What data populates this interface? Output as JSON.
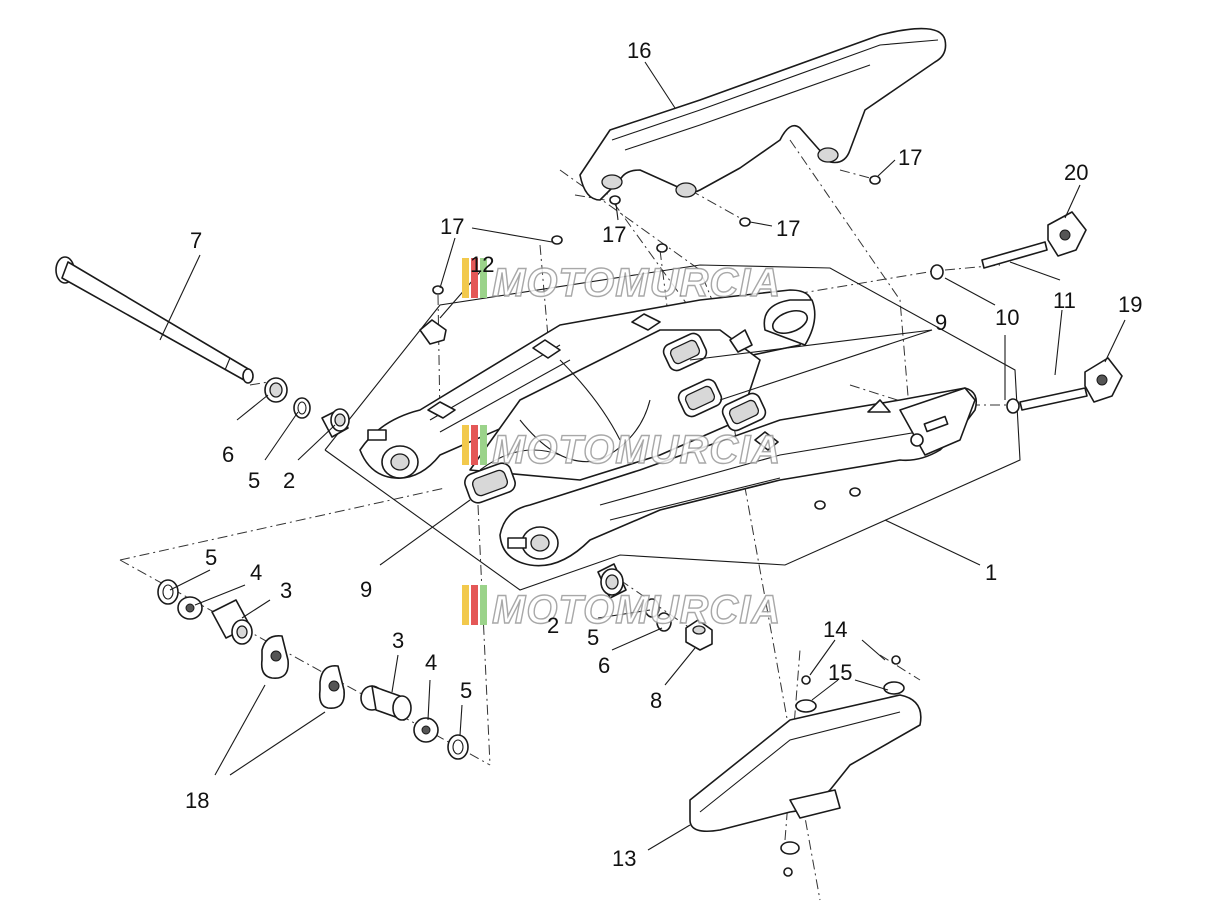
{
  "watermark": {
    "text": "MOTOMURCIA",
    "colors": [
      "#f2c94c",
      "#e45757",
      "#9bd38a"
    ]
  },
  "callouts": [
    "1",
    "2",
    "2",
    "3",
    "3",
    "4",
    "4",
    "5",
    "5",
    "5",
    "5",
    "6",
    "6",
    "7",
    "8",
    "9",
    "9",
    "10",
    "11",
    "12",
    "13",
    "14",
    "15",
    "16",
    "17",
    "17",
    "17",
    "17",
    "18",
    "19",
    "20"
  ]
}
